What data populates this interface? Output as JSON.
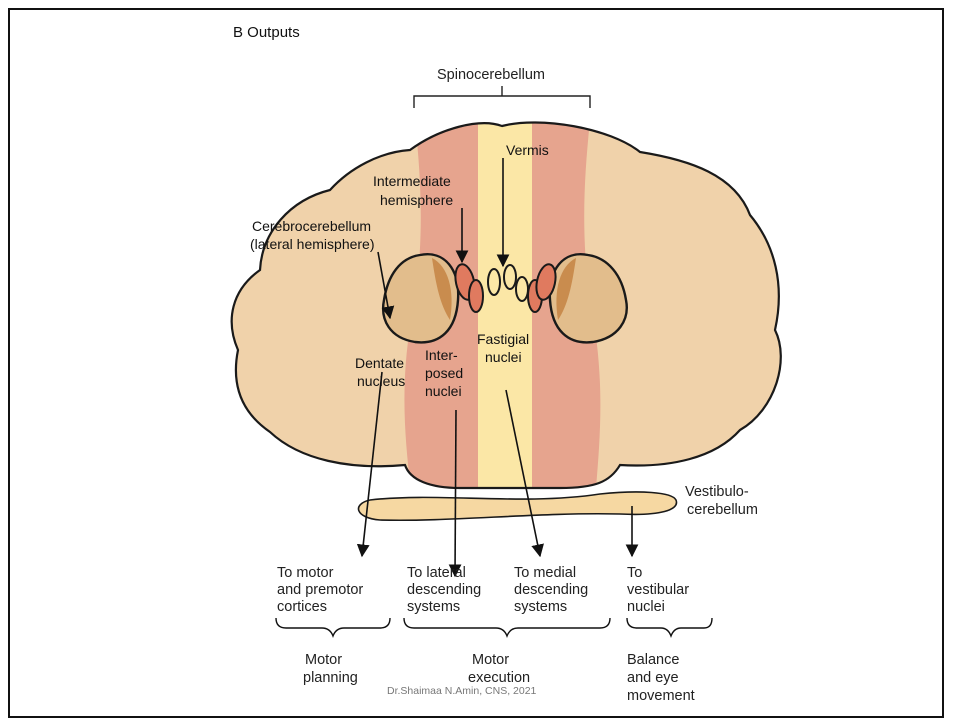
{
  "panel_title": "B  Outputs",
  "labels": {
    "spinocerebellum": "Spinocerebellum",
    "vermis": "Vermis",
    "intermediate": [
      "Intermediate",
      "hemisphere"
    ],
    "cerebrocerebellum": [
      "Cerebrocerebellum",
      "(lateral hemisphere)"
    ],
    "fastigial": [
      "Fastigial",
      "nuclei"
    ],
    "dentate": [
      "Dentate",
      "nucleus"
    ],
    "interposed": [
      "Inter-",
      "posed",
      "nuclei"
    ],
    "vestibulo": [
      "Vestibulo-",
      "cerebellum"
    ]
  },
  "outputs": [
    {
      "lines": [
        "To motor",
        "and premotor",
        "cortices"
      ]
    },
    {
      "lines": [
        "To lateral",
        "descending",
        "systems"
      ]
    },
    {
      "lines": [
        "To medial",
        "descending",
        "systems"
      ]
    },
    {
      "lines": [
        "To",
        "vestibular",
        "nuclei"
      ]
    }
  ],
  "functions": [
    {
      "lines": [
        "Motor",
        "planning"
      ]
    },
    {
      "lines": [
        "Motor",
        "execution"
      ]
    },
    {
      "lines": [
        "Balance",
        "and eye",
        "movement"
      ]
    }
  ],
  "footer": "Dr.Shaimaa N.Amin, CNS, 2021",
  "colors": {
    "lateral": "#f0d2aa",
    "intermediate": "#e6a48e",
    "vermis": "#fbe7a6",
    "outline": "#1a1a1a",
    "nucleus_red": "#e07a5f",
    "dentate_fill": "#e2bd8c"
  }
}
